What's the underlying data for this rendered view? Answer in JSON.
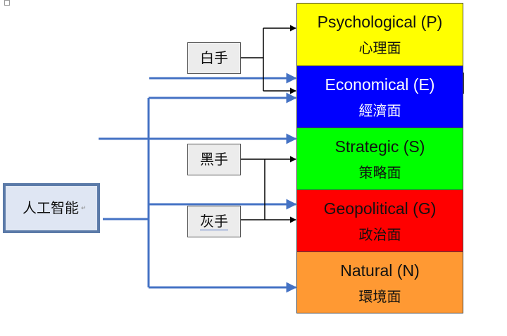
{
  "source": {
    "label": "人工智能"
  },
  "hands": [
    {
      "id": "white",
      "label": "白手"
    },
    {
      "id": "black",
      "label": "黑手"
    },
    {
      "id": "gray",
      "label": "灰手"
    }
  ],
  "categories": [
    {
      "en": "Psychological (P)",
      "zh": "心理面",
      "color": "#ffff00"
    },
    {
      "en": "Economical (E)",
      "zh": "經濟面",
      "color": "#0000ff"
    },
    {
      "en": "Strategic (S)",
      "zh": "策略面",
      "color": "#00ff00"
    },
    {
      "en": "Geopolitical (G)",
      "zh": "政治面",
      "color": "#ff0000"
    },
    {
      "en": "Natural (N)",
      "zh": "環境面",
      "color": "#ff9933"
    }
  ],
  "colors": {
    "blue_arrow": "#4472c4",
    "black_arrow": "#000000"
  }
}
